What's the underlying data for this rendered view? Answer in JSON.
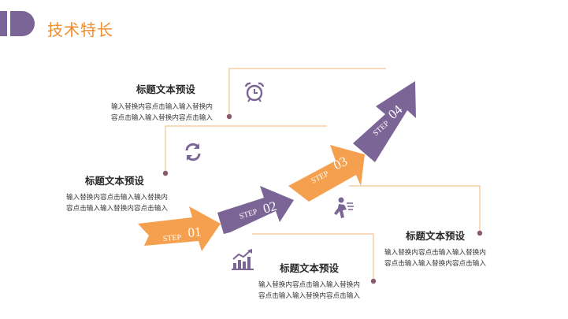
{
  "header": {
    "title": "技术特长"
  },
  "colors": {
    "orange": "#f5a04f",
    "purple": "#7b6596",
    "line": "#f0b47a",
    "dot": "#8a5a6e"
  },
  "steps": [
    {
      "label": "STEP",
      "num": "01"
    },
    {
      "label": "STEP",
      "num": "02"
    },
    {
      "label": "STEP",
      "num": "03"
    },
    {
      "label": "STEP",
      "num": "04"
    }
  ],
  "blocks": [
    {
      "title": "标题文本预设",
      "line1": "输入替换内容点击输入输入替换内",
      "line2": "容点击输入输入替换内容点击输入",
      "icon": "alarm-clock-icon"
    },
    {
      "title": "标题文本预设",
      "line1": "输入替换内容点击输入输入替换内",
      "line2": "容点击输入输入替换内容点击输入",
      "icon": "refresh-arrows-icon"
    },
    {
      "title": "标题文本预设",
      "line1": "输入替换内容点击输入输入替换内",
      "line2": "容点击输入输入替换内容点击输入",
      "icon": "bar-chart-growth-icon"
    },
    {
      "title": "标题文本预设",
      "line1": "输入替换内容点击输入输入替换内",
      "line2": "容点击输入输入替换内容点击输入",
      "icon": "running-person-icon"
    }
  ]
}
